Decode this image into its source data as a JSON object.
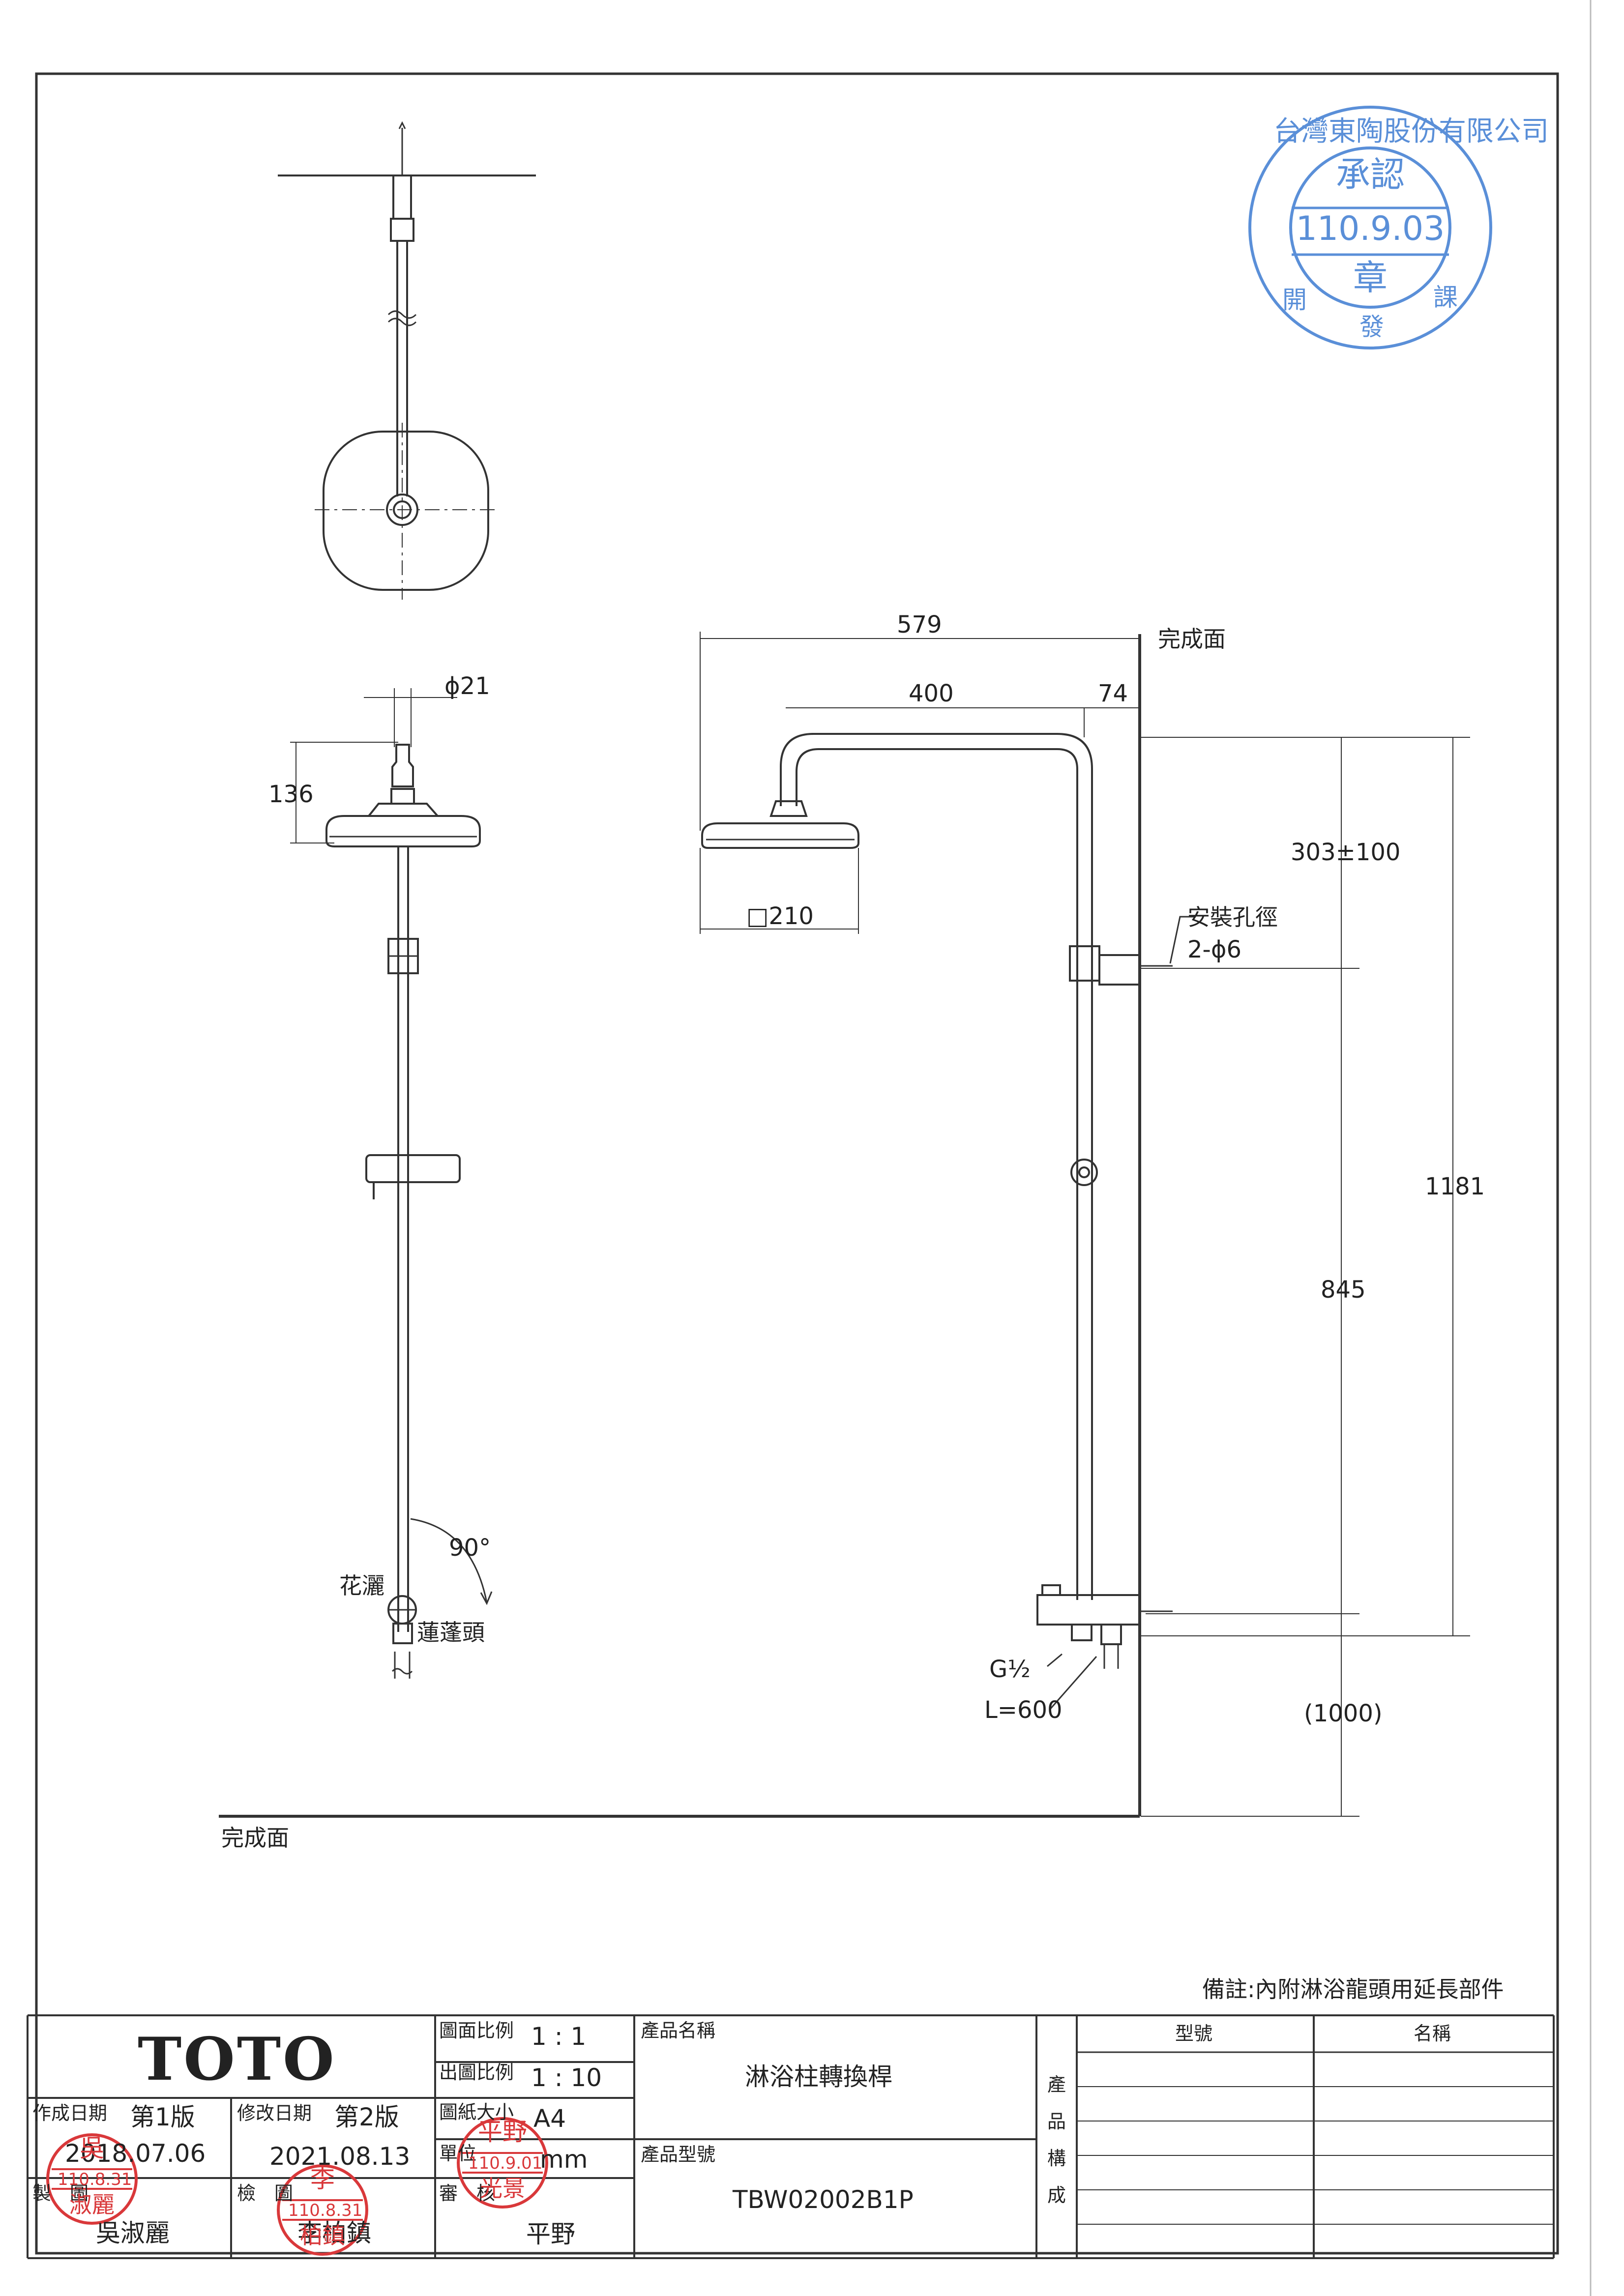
{
  "stamp_approval": {
    "company": "台灣東陶股份有限公司",
    "center": "承認",
    "date": "110.9.03",
    "seal": "章",
    "dept": [
      "開",
      "發",
      "課"
    ]
  },
  "drawing": {
    "finish_surface_right": "完成面",
    "finish_surface_floor": "完成面",
    "dim_579": "579",
    "dim_400": "400",
    "dim_74": "74",
    "dim_phi21": "ϕ21",
    "dim_136": "136",
    "dim_210": "□210",
    "dim_303": "303±100",
    "mount_hole_label": "安裝孔徑",
    "mount_hole_value": "2-ϕ6",
    "dim_1181": "1181",
    "dim_845": "845",
    "dim_1000": "(1000)",
    "angle_90": "90°",
    "label_sprinkler": "花灑",
    "label_showerhead": "蓮蓬頭",
    "thread": "G½",
    "hose_length": "L=600"
  },
  "note": "備註:內附淋浴龍頭用延長部件",
  "title_block": {
    "brand": "TOTO",
    "created_label": "作成日期",
    "created_version": "第1版",
    "created_date": "2018.07.06",
    "revised_label": "修改日期",
    "revised_version": "第2版",
    "revised_date": "2021.08.13",
    "drawn_label": "製　圖",
    "drawn_by": "吳淑麗",
    "checked_label": "檢　圖",
    "checked_by": "李柏鎮",
    "scale_label": "圖面比例",
    "scale_value": "1 : 1",
    "out_scale_label": "出圖比例",
    "out_scale_value": "1 : 10",
    "paper_label": "圖紙大小",
    "paper_value": "A4",
    "unit_label": "單位",
    "unit_value": "mm",
    "approved_label": "審　核",
    "approved_by": "平野",
    "product_name_label": "產品名稱",
    "product_name": "淋浴柱轉換桿",
    "product_model_label": "產品型號",
    "product_model": "TBW02002B1P",
    "composition_label": [
      "產",
      "品",
      "構",
      "成"
    ],
    "col_model": "型號",
    "col_name": "名稱"
  },
  "stamps": [
    {
      "top": "吳",
      "date": "110.8.31",
      "bottom": "淑麗"
    },
    {
      "top": "李",
      "date": "110.8.31",
      "bottom": "柏鎮"
    },
    {
      "top": "平野",
      "date": "110.9.01",
      "bottom": "光景"
    }
  ]
}
